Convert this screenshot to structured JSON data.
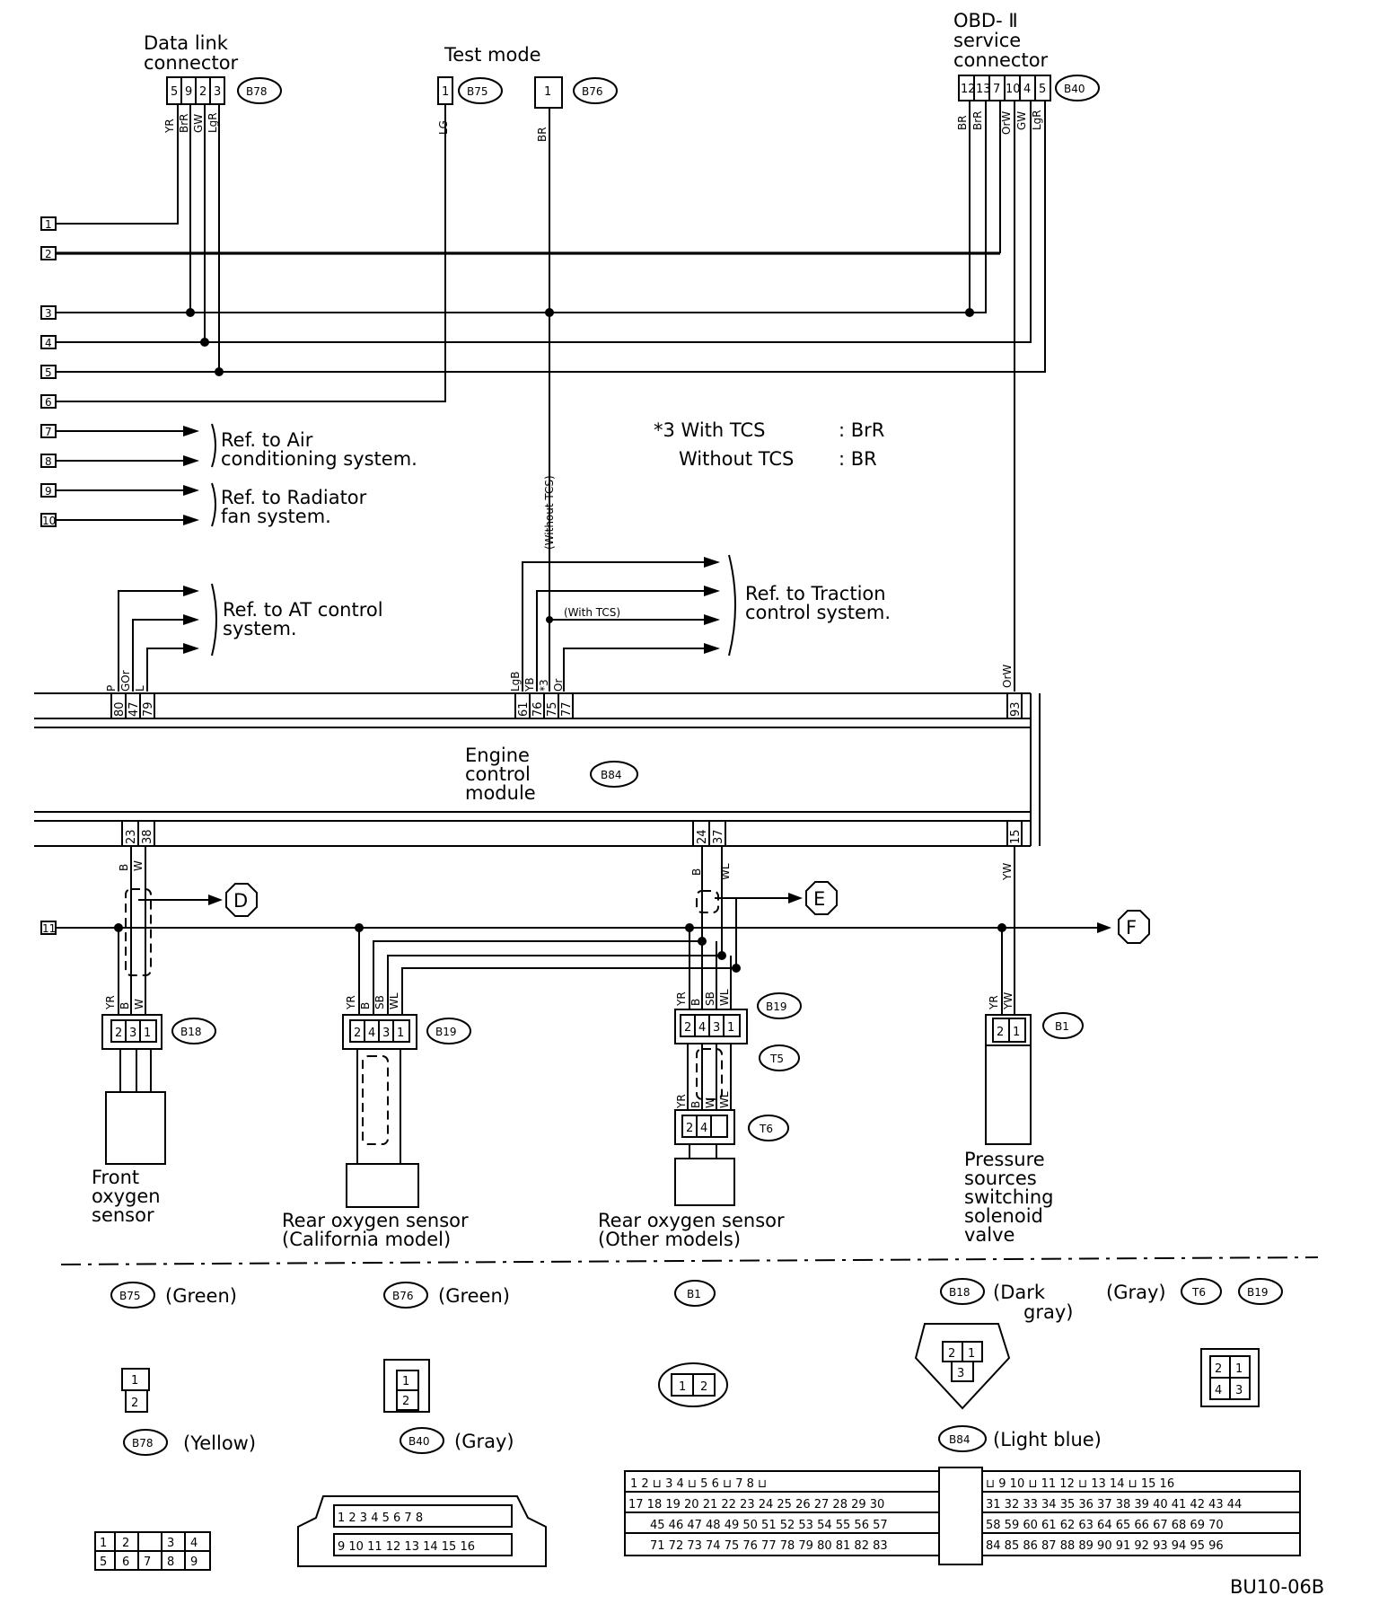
{
  "connectors": {
    "data_link": {
      "title_line1": "Data link",
      "title_line2": "connector",
      "id": "B78",
      "pins": [
        "5",
        "9",
        "2",
        "3"
      ],
      "wires": [
        "YR",
        "BrR",
        "GW",
        "LgR"
      ]
    },
    "test_mode": {
      "title": "Test mode",
      "ids": [
        "B75",
        "B76"
      ],
      "pin": "1",
      "wires": [
        "LG",
        "BR"
      ]
    },
    "obd": {
      "title_line1": "OBD- Ⅱ",
      "title_line2": "service",
      "title_line3": "connector",
      "id": "B40",
      "pins": [
        "12",
        "13",
        "7",
        "10",
        "4",
        "5"
      ],
      "wires": [
        "BR",
        "BrR",
        "OrW",
        "GW",
        "LgR"
      ]
    }
  },
  "terminals": [
    "1",
    "2",
    "3",
    "4",
    "5",
    "6",
    "7",
    "8",
    "9",
    "10",
    "11"
  ],
  "refs": {
    "air_line1": "Ref. to Air",
    "air_line2": "conditioning system.",
    "radiator_line1": "Ref. to Radiator",
    "radiator_line2": "fan system.",
    "at_line1": "Ref. to AT control",
    "at_line2": "system.",
    "tcs_line1": "Ref. to Traction",
    "tcs_line2": "control system."
  },
  "notes": {
    "tcs_line1": "*3 With TCS",
    "tcs_val1": ": BrR",
    "tcs_line2": "Without TCS",
    "tcs_val2": ": BR",
    "without_tcs": "(Without TCS)",
    "with_tcs": "(With TCS)"
  },
  "ecm": {
    "line1": "Engine",
    "line2": "control",
    "line3": "module",
    "id": "B84",
    "top_pins_a": [
      "80",
      "47",
      "79"
    ],
    "top_wires_a": [
      "P",
      "GOr",
      "L"
    ],
    "top_pins_b": [
      "61",
      "76",
      "75",
      "77"
    ],
    "top_wires_b": [
      "LgB",
      "YB",
      "*3",
      "Or"
    ],
    "top_pin_c": "93",
    "top_wire_c": "OrW",
    "bottom_pins_a": [
      "23",
      "38"
    ],
    "bottom_wires_a": [
      "B",
      "W"
    ],
    "bottom_pins_b": [
      "24",
      "37"
    ],
    "bottom_wires_b": [
      "B",
      "WL"
    ],
    "bottom_pin_c": "15",
    "bottom_wire_c": "YW"
  },
  "offpage": [
    "D",
    "E",
    "F"
  ],
  "components": {
    "front_o2": {
      "line1": "Front",
      "line2": "oxygen",
      "line3": "sensor",
      "id": "B18",
      "pins": [
        "2",
        "3",
        "1"
      ],
      "wires": [
        "YR",
        "B",
        "W"
      ]
    },
    "rear_o2_ca": {
      "line1": "Rear oxygen sensor",
      "line2": "(California model)",
      "id": "B19",
      "pins": [
        "2",
        "4",
        "3",
        "1"
      ],
      "wires": [
        "YR",
        "B",
        "SB",
        "WL"
      ]
    },
    "rear_o2_other": {
      "line1": "Rear oxygen sensor",
      "line2": "(Other models)",
      "ids": [
        "B19",
        "T5",
        "T6"
      ],
      "pins": [
        "2",
        "4",
        "3",
        "1"
      ],
      "wires": [
        "YR",
        "B",
        "SB",
        "WL"
      ],
      "t6_wires": [
        "YR",
        "B",
        "W",
        "WL"
      ]
    },
    "pssv": {
      "line1": "Pressure",
      "line2": "sources",
      "line3": "switching",
      "line4": "solenoid",
      "line5": "valve",
      "id": "B1",
      "pins": [
        "2",
        "1"
      ],
      "wires": [
        "YR",
        "YW"
      ]
    }
  },
  "legend": {
    "b75": {
      "id": "B75",
      "color": "(Green)"
    },
    "b76": {
      "id": "B76",
      "color": "(Green)"
    },
    "b1": {
      "id": "B1"
    },
    "b18": {
      "id": "B18",
      "color_line1": "(Dark",
      "color_line2": "gray)"
    },
    "t6b19": {
      "color": "(Gray)",
      "id1": "T6",
      "id2": "B19"
    },
    "b78": {
      "id": "B78",
      "color": "(Yellow)"
    },
    "b40": {
      "id": "B40",
      "color": "(Gray)"
    },
    "b84": {
      "id": "B84",
      "color": "(Light blue)"
    }
  },
  "footer_code": "BU10-06B"
}
